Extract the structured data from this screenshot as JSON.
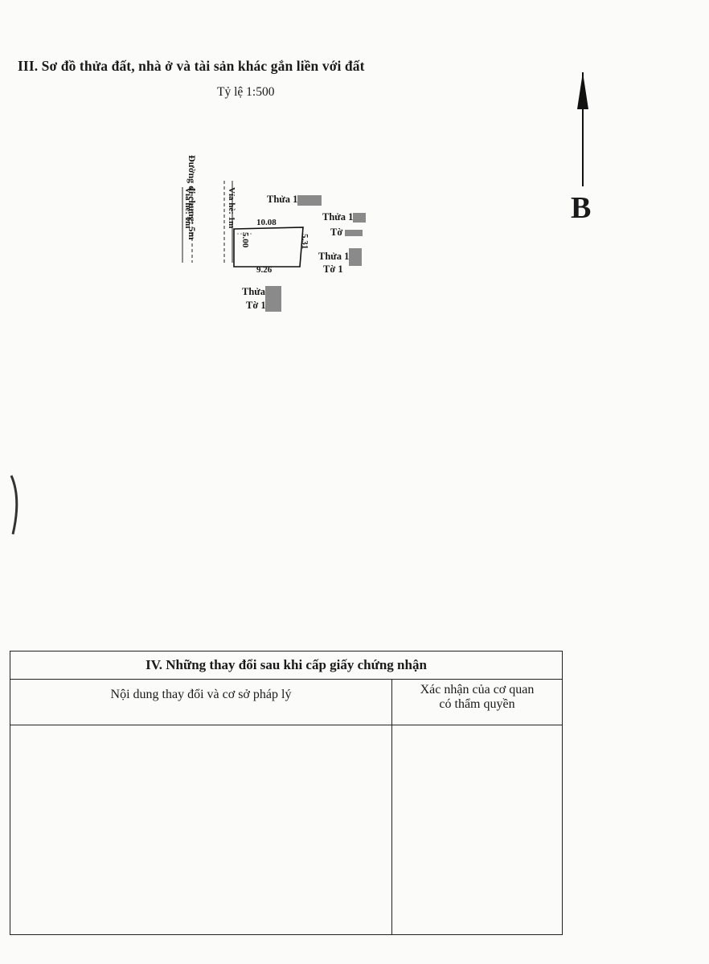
{
  "section3": {
    "title": "III. Sơ đồ thửa đất, nhà ở và tài sản khác gắn liền với đất",
    "scale": "Tỷ lệ 1:500"
  },
  "north_arrow": {
    "label": "B"
  },
  "sketch": {
    "road_label": "Đường đi chung: 5m",
    "sidewalk_left": "Vỉa hè: 1m",
    "sidewalk_right": "Vỉa hè: 1m",
    "dim_top": "10.08",
    "dim_bottom": "9.26",
    "dim_left": "5.00",
    "dim_right": "5.31",
    "parcels": {
      "top": {
        "thua": "Thửa 1"
      },
      "right_upper": {
        "thua": "Thửa 1",
        "to": "Tờ"
      },
      "right_lower": {
        "thua": "Thửa 1",
        "to": "Tờ 1"
      },
      "bottom": {
        "thua": "Thửa",
        "to": "Tờ 1"
      }
    }
  },
  "section4": {
    "title": "IV. Những thay đổi sau khi cấp giấy chứng nhận",
    "col1": "Nội dung thay đổi và cơ sở pháp lý",
    "col2_line1": "Xác nhận của cơ quan",
    "col2_line2": "có thẩm quyền"
  }
}
